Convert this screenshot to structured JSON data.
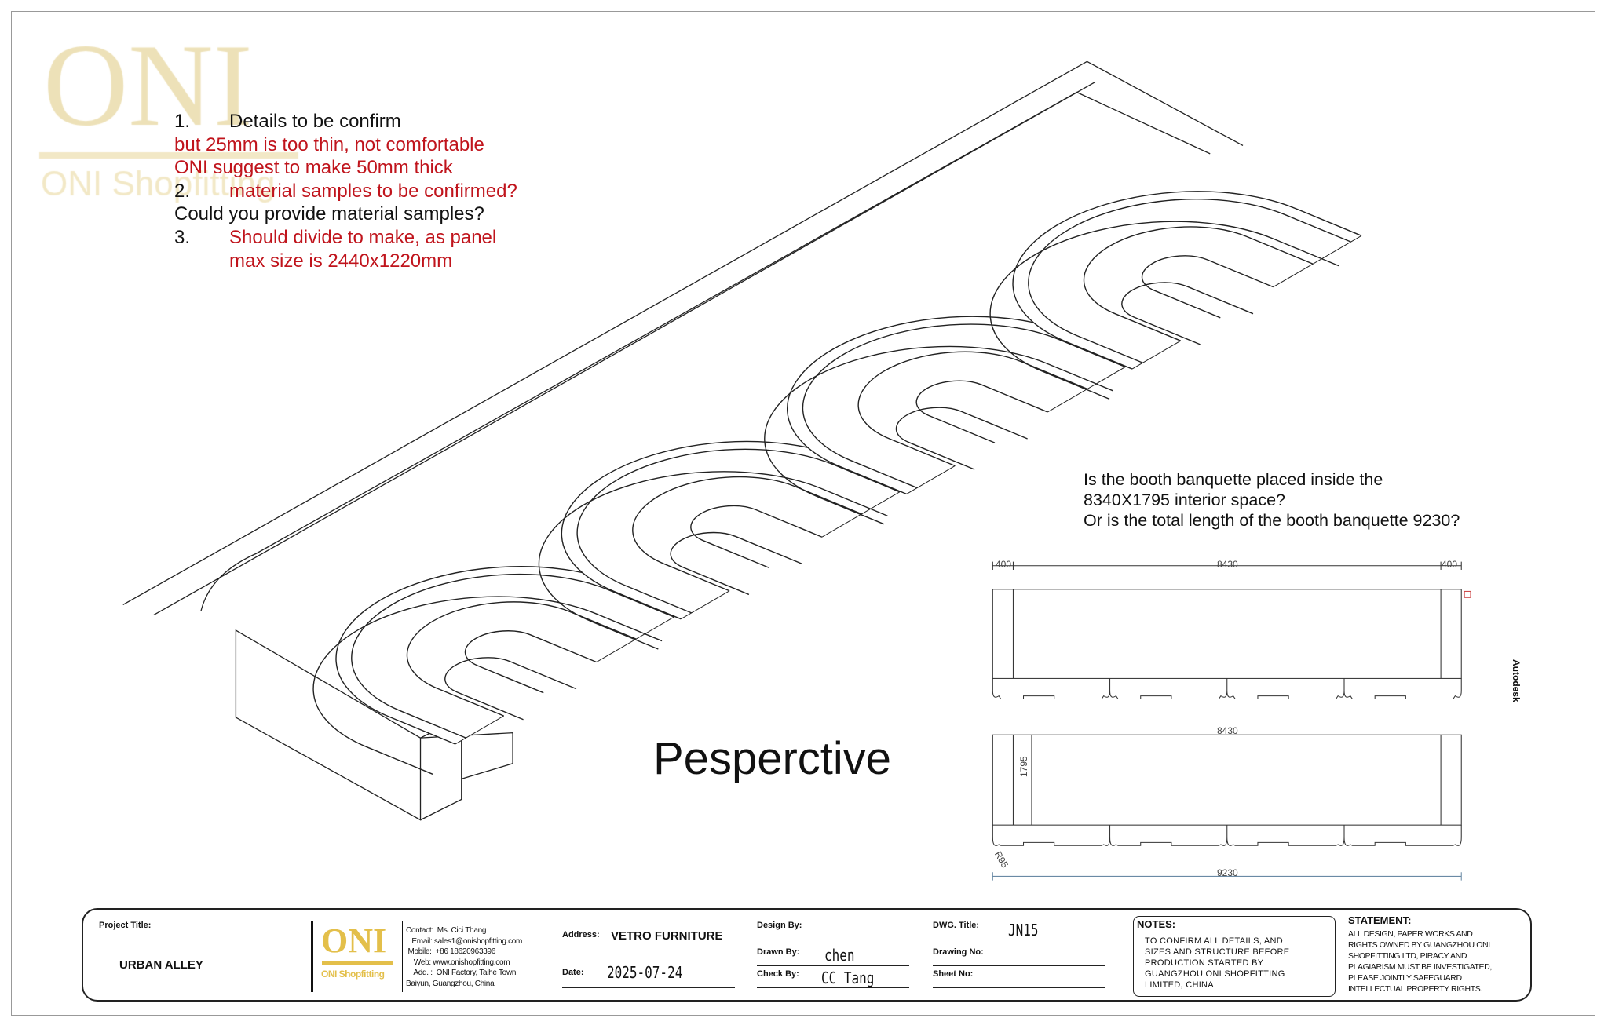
{
  "watermark": {
    "logo": "ONI",
    "sub": "ONI Shopfitting"
  },
  "notes": [
    {
      "num": "1.",
      "text": "Details to be confirm",
      "color": "black"
    },
    {
      "num": "",
      "text": "but 25mm is too thin, not comfortable",
      "color": "red"
    },
    {
      "num": "",
      "text": "ONI suggest to make 50mm thick",
      "color": "red"
    },
    {
      "num": "2.",
      "text": "material samples to be confirmed?",
      "color": "red"
    },
    {
      "num": "",
      "text": "Could you provide material samples?",
      "color": "black"
    },
    {
      "num": "3.",
      "text": "Should divide to make, as panel",
      "color": "red"
    },
    {
      "num": "",
      "text": "max size is 2440x1220mm",
      "color": "red"
    }
  ],
  "question": [
    "Is the booth banquette placed inside the",
    "8340X1795 interior space?",
    "Or is the total length of the booth banquette 9230?"
  ],
  "perspective_label": "Pesperctive",
  "plan": {
    "top_dims": [
      "400",
      "8430",
      "400"
    ],
    "lower_top_dim": "8430",
    "depth_dim": "1795",
    "radius_dim": "R95",
    "total_dim": "9230",
    "side_text": "Autodesk"
  },
  "title_block": {
    "project_title_label": "Project Title:",
    "project_title": "URBAN ALLEY",
    "logo": "ONI",
    "logo_sub": "ONI Shopfitting",
    "contact": [
      "Contact:  Ms. Cici Thang",
      "   Email: sales1@onishopfitting.com",
      " Mobile:  +86 18620963396",
      "    Web: www.onishopfitting.com",
      "    Add. :  ONI Factory, Taihe Town,",
      "Baiyun, Guangzhou, China"
    ],
    "address_label": "Address:",
    "address": "VETRO FURNITURE",
    "date_label": "Date:",
    "date": "2025-07-24",
    "design_by_label": "Design By:",
    "design_by": "",
    "drawn_by_label": "Drawn By:",
    "drawn_by": "chen",
    "check_by_label": "Check By:",
    "check_by": "CC Tang",
    "dwg_title_label": "DWG. Title:",
    "dwg_title": "JN15",
    "drawing_no_label": "Drawing No:",
    "sheet_no_label": "Sheet No:",
    "notes_label": "NOTES:",
    "notes_text": [
      "TO CONFIRM ALL DETAILS, AND",
      "SIZES AND STRUCTURE BEFORE",
      "PRODUCTION STARTED BY",
      "GUANGZHOU ONI SHOPFITTING",
      "LIMITED, CHINA"
    ],
    "statement_label": "STATEMENT:",
    "statement_text": [
      "ALL DESIGN, PAPER WORKS AND",
      "RIGHTS OWNED BY GUANGZHOU ONI",
      "SHOPFITTING LTD, PIRACY AND",
      "PLAGIARISM MUST BE INVESTIGATED,",
      "PLEASE JOINTLY SAFEGUARD",
      "INTELLECTUAL PROPERTY RIGHTS."
    ]
  },
  "colors": {
    "annotation_red": "#c0141c",
    "brand_gold": "#e3bf4a",
    "line": "#222222"
  }
}
